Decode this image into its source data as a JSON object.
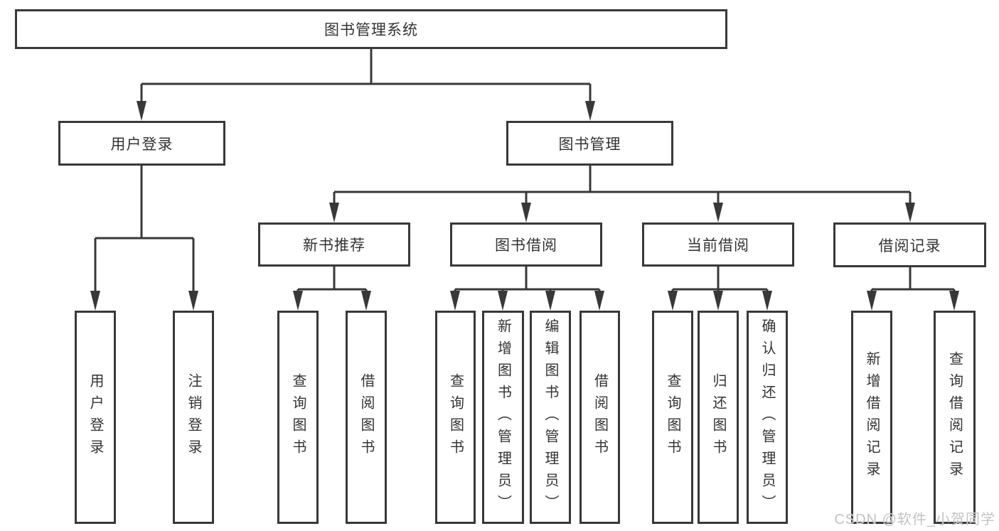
{
  "tree": {
    "label": "图书管理系统",
    "children": [
      {
        "label": "用户登录",
        "children": [
          {
            "label": "用户登录"
          },
          {
            "label": "注销登录"
          }
        ]
      },
      {
        "label": "图书管理",
        "children": [
          {
            "label": "新书推荐",
            "children": [
              {
                "label": "查询图书"
              },
              {
                "label": "借阅图书"
              }
            ]
          },
          {
            "label": "图书借阅",
            "children": [
              {
                "label": "查询图书"
              },
              {
                "label": "新增图书（管理员）"
              },
              {
                "label": "编辑图书（管理员）"
              },
              {
                "label": "借阅图书"
              }
            ]
          },
          {
            "label": "当前借阅",
            "children": [
              {
                "label": "查询图书"
              },
              {
                "label": "归还图书"
              },
              {
                "label": "确认归还（管理员）"
              }
            ]
          },
          {
            "label": "借阅记录",
            "children": [
              {
                "label": "新增借阅记录"
              },
              {
                "label": "查询借阅记录"
              }
            ]
          }
        ]
      }
    ]
  },
  "watermark": {
    "text": "CSDN @软件_小贺同学"
  },
  "colors": {
    "line": "#383838",
    "text": "#333333",
    "watermark": "#c3c3c3",
    "background": "#ffffff"
  }
}
